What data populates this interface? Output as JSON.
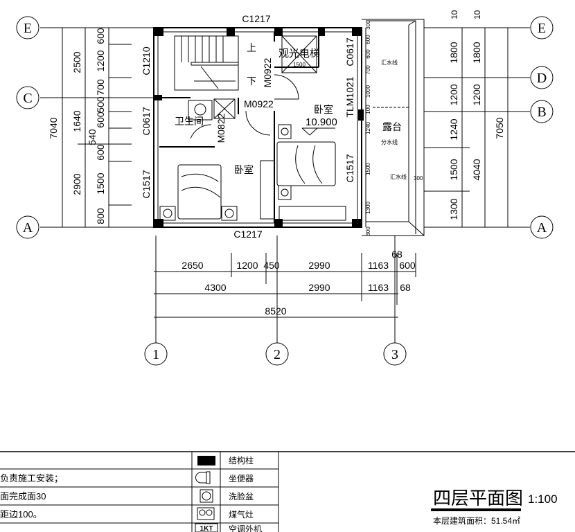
{
  "title": "四层平面图",
  "scale": "1:100",
  "area_text": "本层建筑面积：51.54㎡",
  "axes": {
    "E": "E",
    "C": "C",
    "A": "A",
    "D": "D",
    "B": "B",
    "n1": "1",
    "n2": "2",
    "n3": "3"
  },
  "left_dims": {
    "total": "7040",
    "mid": [
      "2500",
      "1640",
      "540",
      "2900"
    ],
    "inner": [
      "600",
      "1200",
      "700",
      "500",
      "600",
      "600",
      "1500",
      "800"
    ]
  },
  "right_dims": {
    "c1": [
      "10",
      "1800",
      "1200",
      "1240",
      "1500",
      "1300"
    ],
    "c2": [
      "10",
      "1800",
      "1200",
      "4040"
    ],
    "total": "7050"
  },
  "bottom_dims": {
    "row1": [
      "2650",
      "1200",
      "450",
      "2990",
      "1163",
      "600",
      "68"
    ],
    "row2": [
      "4300",
      "2990",
      "1163",
      "68"
    ],
    "total": "8520"
  },
  "plan": {
    "windows": [
      "C1217",
      "C1217",
      "C1210",
      "C0617",
      "C1517",
      "C0617",
      "TLM1021",
      "C1517"
    ],
    "doors": [
      "M0922",
      "M0922",
      "M0822"
    ],
    "rooms": [
      "卧室",
      "卧室",
      "卫生间",
      "露台"
    ],
    "stairs_up": "上",
    "stairs_down": "下",
    "elevator": "观光电梯",
    "elevator_dim": "1500",
    "elevation": "10.900",
    "balcony_dims": [
      "300",
      "600",
      "600",
      "700",
      "1000",
      "100",
      "1240",
      "1500",
      "1300",
      "300",
      "300"
    ],
    "balcony_notes": [
      "汇水线",
      "分水线",
      "汇水线"
    ]
  },
  "notes": [
    "负责施工安装；",
    "面完成面30",
    "距边100。"
  ],
  "legend": [
    {
      "icon": "column-icon",
      "label": "结构柱"
    },
    {
      "icon": "toilet-icon",
      "label": "坐便器"
    },
    {
      "icon": "washbasin-icon",
      "label": "洗脸盆"
    },
    {
      "icon": "gas-stove-icon",
      "label": "煤气灶"
    },
    {
      "icon": "ac-unit-icon",
      "label": "空调外机",
      "code": "1KT"
    }
  ]
}
